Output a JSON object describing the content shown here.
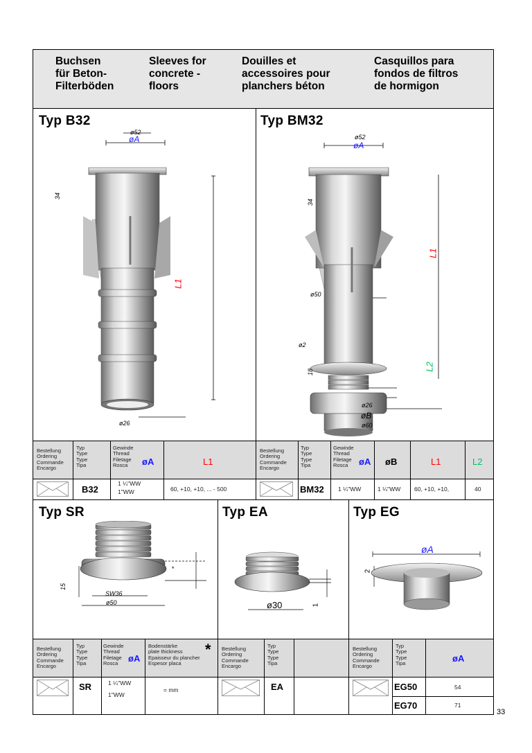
{
  "header": {
    "de": "Buchsen\nfür Beton-\nFilterböden",
    "en": "Sleeves for\nconcrete -\nfloors",
    "fr": "Douilles et\naccessoires pour\nplanchers béton",
    "es": "Casquillos para\nfondos de filtros\nde hormigon"
  },
  "b32": {
    "title": "Typ  B32",
    "dims": {
      "d52": "ø52",
      "dA": "øA",
      "h34": "34",
      "L1": "L1",
      "d26": "ø26"
    },
    "table": {
      "order": "Bestellung\nOrdering\nCommande\nEncargo",
      "type": "Typ\nType\nType\nTipa",
      "thread": "Gewinde\nThread\nFiletage\nRosca",
      "dA": "øA",
      "L1": "L1",
      "row": {
        "code": "B32",
        "thread": "1 ¼\"WW\n1\"WW",
        "L1": "60,   +10,   +10, ... - 500"
      }
    }
  },
  "bm32": {
    "title": "Typ  BM32",
    "dims": {
      "d52": "ø52",
      "dA": "øA",
      "h34": "34",
      "L1": "L1",
      "d50": "ø50",
      "d2": "ø2",
      "h18": "18",
      "L2": "L2",
      "d26": "ø26",
      "dB": "øB",
      "d60": "ø60"
    },
    "table": {
      "order": "Bestellung\nOrdering\nCommande\nEncargo",
      "type": "Typ\nType\nType\nTipa",
      "thread": "Gewinde\nThread\nFiletage\nRosca",
      "dA": "øA",
      "dB": "øB",
      "L1": "L1",
      "L2": "L2",
      "row": {
        "code": "BM32",
        "thread": "1 ¼\"WW",
        "dB": "1 ¼\"WW",
        "L1": "60, +10, +10,",
        "L2": "40"
      }
    }
  },
  "sr": {
    "title": "Typ  SR",
    "dims": {
      "h15": "15",
      "sw": "SW36",
      "d50": "ø50",
      "star": "*"
    },
    "table": {
      "order": "Bestellung\nOrdering\nCommande\nEncargo",
      "type": "Typ\nType\nType\nTipa",
      "thread": "Gewinde\nThread\nFiletage\nRosca",
      "dA": "øA",
      "thick": "Bodenstärke\nplate thickness\nEpaisseur du plancher\nEspesor placa",
      "star": "*",
      "row": {
        "code": "SR",
        "thread": "1 ¼\"WW\n1\"WW",
        "thick": "= mm"
      }
    }
  },
  "ea": {
    "title": "Typ  EA",
    "dims": {
      "d30": "ø30",
      "h1": "1"
    },
    "table": {
      "order": "Bestellung\nOrdering\nCommande\nEncargo",
      "type": "Typ\nType\nType\nTipa",
      "row": {
        "code": "EA"
      }
    }
  },
  "eg": {
    "title": "Typ  EG",
    "dims": {
      "dA": "øA",
      "h2": "2"
    },
    "table": {
      "order": "Bestellung\nOrdering\nCommande\nEncargo",
      "type": "Typ\nType\nType\nTipa",
      "dA": "øA",
      "rows": [
        {
          "code": "EG50",
          "value": "54"
        },
        {
          "code": "EG70",
          "value": "71"
        }
      ]
    }
  },
  "page_number": "33",
  "colors": {
    "blue": "#1a1aff",
    "red": "#ff0000",
    "green": "#00c060",
    "header_bg": "#e6e6e6"
  }
}
